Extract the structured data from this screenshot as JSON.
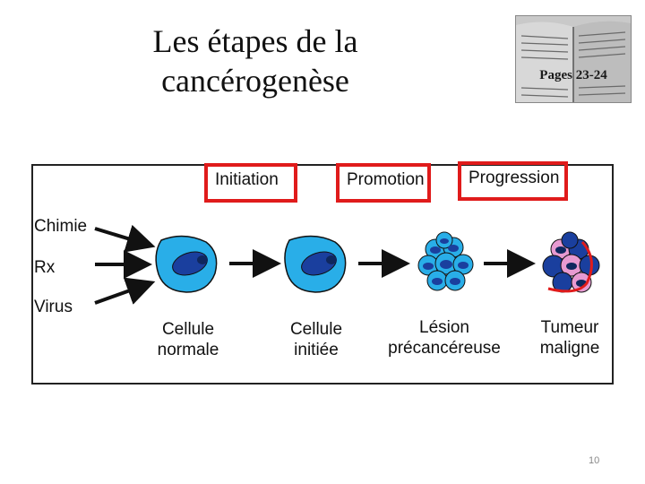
{
  "title": {
    "line1": "Les étapes de la",
    "line2": "cancérogenèse"
  },
  "book_label": "Pages 23-24",
  "stages": [
    "Initiation",
    "Promotion",
    "Progression"
  ],
  "agents": [
    "Chimie",
    "Rx",
    "Virus"
  ],
  "cells": [
    {
      "line1": "Cellule",
      "line2": "normale"
    },
    {
      "line1": "Cellule",
      "line2": "initiée"
    },
    {
      "line1": "Lésion",
      "line2": "précancéreuse"
    },
    {
      "line1": "Tumeur",
      "line2": "maligne"
    }
  ],
  "page_number": "10",
  "colors": {
    "highlight": "#e01b1b",
    "cell_cyan": "#29aee8",
    "nucleus": "#1a3f9e",
    "tumor_pink": "#e79ad1"
  }
}
